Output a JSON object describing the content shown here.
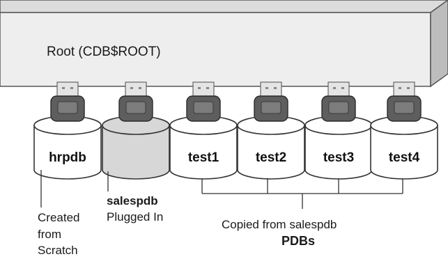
{
  "root": {
    "label": "Root (CDB$ROOT)"
  },
  "pdbs": [
    {
      "name": "hrpdb",
      "label_inside": true,
      "fill": "#ffffff"
    },
    {
      "name": "salespdb",
      "label_inside": false,
      "fill": "#d7d7d7"
    },
    {
      "name": "test1",
      "label_inside": true,
      "fill": "#ffffff"
    },
    {
      "name": "test2",
      "label_inside": true,
      "fill": "#ffffff"
    },
    {
      "name": "test3",
      "label_inside": true,
      "fill": "#ffffff"
    },
    {
      "name": "test4",
      "label_inside": true,
      "fill": "#ffffff"
    }
  ],
  "annotations": {
    "hrpdb_note": [
      "Created",
      "from",
      "Scratch"
    ],
    "salespdb_note": "Plugged In",
    "copied_note": "Copied from salespdb",
    "group_title": "PDBs"
  },
  "colors": {
    "root_front": "#eeeeee",
    "root_top": "#dcdcdc",
    "root_side": "#bdbdbd",
    "outline": "#555555",
    "plug_dark": "#5e5e5e",
    "plug_light": "#e4e4e4"
  },
  "icons": [
    "usb-plug-icon",
    "database-cylinder-icon"
  ]
}
